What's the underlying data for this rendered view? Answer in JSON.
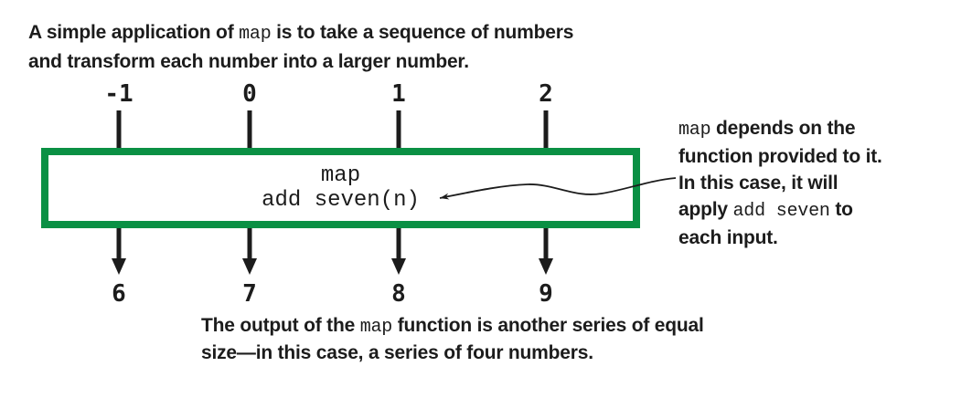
{
  "heading": {
    "line1_pre": "A simple application of ",
    "line1_code": "map",
    "line1_post": " is to take a sequence of numbers",
    "line2": "and transform each number into a larger number."
  },
  "inputs": [
    "-1",
    "0",
    "1",
    "2"
  ],
  "map_box": {
    "name": "map",
    "function_label": "add seven(n)"
  },
  "outputs": [
    "6",
    "7",
    "8",
    "9"
  ],
  "annotation": {
    "line1_code": "map",
    "line1_text": " depends on the",
    "line2": "function provided to it.",
    "line3": "In this case, it will",
    "line4_pre": "apply ",
    "line4_code": "add seven",
    "line4_post": " to",
    "line5": "each input."
  },
  "caption": {
    "line1_pre": "The output of the ",
    "line1_code": "map",
    "line1_post": " function is another series of equal",
    "line2": "size—in this case, a series of four numbers."
  },
  "colors": {
    "box_green": "#0a9044",
    "ink": "#1c1c1c"
  }
}
